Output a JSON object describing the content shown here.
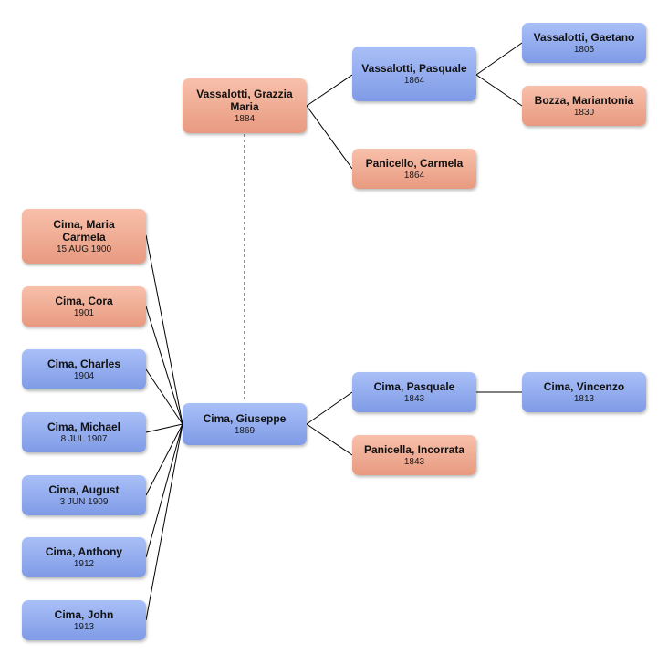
{
  "people": {
    "vassalotti_grazzia": {
      "name": "Vassalotti, Grazzia Maria",
      "year": "1884"
    },
    "vassalotti_pasquale": {
      "name": "Vassalotti, Pasquale",
      "year": "1864"
    },
    "panicello_carmela": {
      "name": "Panicello, Carmela",
      "year": "1864"
    },
    "vassalotti_gaetano": {
      "name": "Vassalotti, Gaetano",
      "year": "1805"
    },
    "bozza_mariantonia": {
      "name": "Bozza, Mariantonia",
      "year": "1830"
    },
    "cima_maria_carmela": {
      "name": "Cima, Maria Carmela",
      "year": "15 AUG 1900"
    },
    "cima_cora": {
      "name": "Cima, Cora",
      "year": "1901"
    },
    "cima_charles": {
      "name": "Cima, Charles",
      "year": "1904"
    },
    "cima_michael": {
      "name": "Cima, Michael",
      "year": "8 JUL 1907"
    },
    "cima_august": {
      "name": "Cima, August",
      "year": "3 JUN 1909"
    },
    "cima_anthony": {
      "name": "Cima, Anthony",
      "year": "1912"
    },
    "cima_john": {
      "name": "Cima, John",
      "year": "1913"
    },
    "cima_giuseppe": {
      "name": "Cima, Giuseppe",
      "year": "1869"
    },
    "cima_pasquale": {
      "name": "Cima, Pasquale",
      "year": "1843"
    },
    "panicella_incorrata": {
      "name": "Panicella, Incorrata",
      "year": "1843"
    },
    "cima_vincenzo": {
      "name": "Cima, Vincenzo",
      "year": "1813"
    }
  },
  "colors": {
    "male": "#8fa8ee",
    "female": "#f0aa91",
    "line": "#000000"
  }
}
